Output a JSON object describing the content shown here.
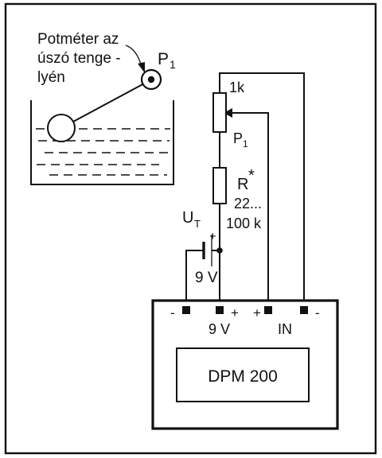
{
  "float_caption": {
    "line1": "Potméter az",
    "line2": "úszó tenge -",
    "line3": "lyén"
  },
  "potentiometer": {
    "label": "P",
    "label_sub": "1",
    "value": "1k"
  },
  "resistor": {
    "label": "R",
    "label_mark": "*",
    "value_line1": "22...",
    "value_line2": "100 k"
  },
  "battery": {
    "label": "U",
    "label_sub": "T",
    "voltage": "9 V",
    "plus": "+"
  },
  "meter": {
    "name": "DPM 200",
    "supply_minus": "-",
    "supply_plus": "+",
    "supply_label": "9 V",
    "input_plus": "+",
    "input_minus": "-",
    "input_label": "IN"
  }
}
